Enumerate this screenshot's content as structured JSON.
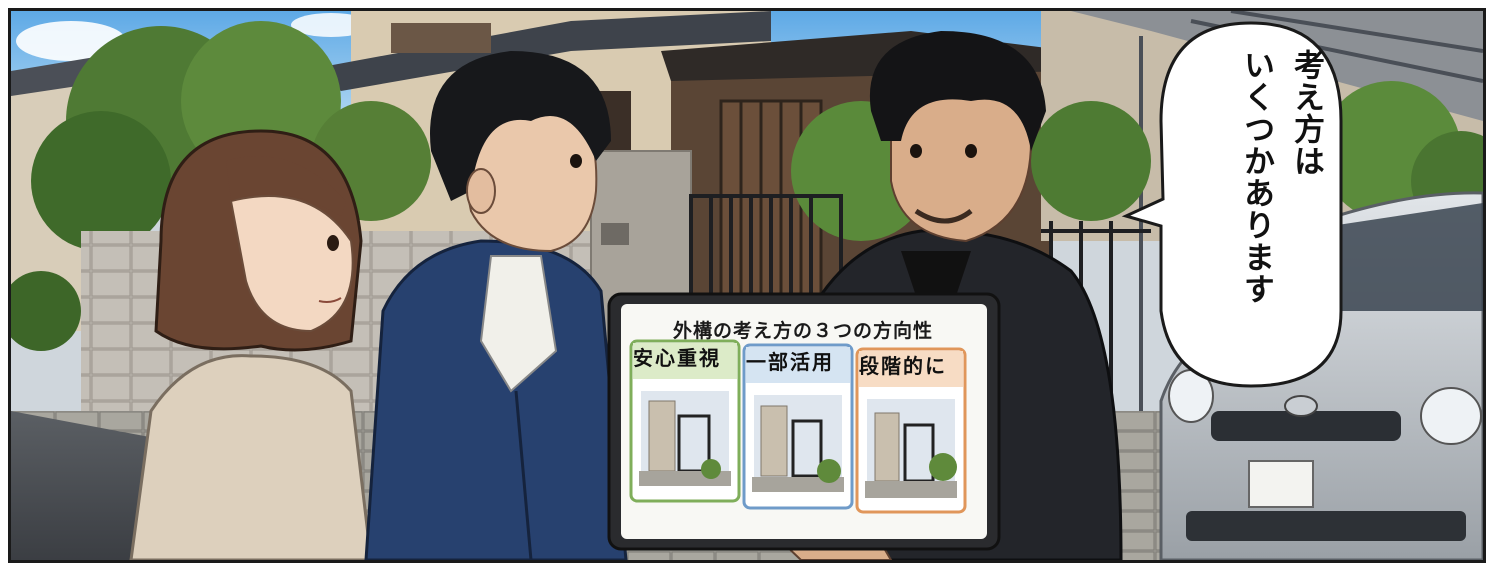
{
  "speech_bubble": {
    "line1": "考え方は",
    "line2": "いくつかあります"
  },
  "board": {
    "title": "外構の考え方の３つの方向性",
    "cards": [
      {
        "label": "安心重視",
        "accent": "#7fae5a",
        "header_bg": "#dcebc8"
      },
      {
        "label": "一部活用",
        "accent": "#6f9bc9",
        "header_bg": "#d5e4f2"
      },
      {
        "label": "段階的に",
        "accent": "#e0965a",
        "header_bg": "#f7dcc4"
      }
    ]
  },
  "colors": {
    "sky": "#8ec4ec",
    "wall": "#b9b5ae",
    "road": "#4a4d52",
    "cardigan_blue": "#27416f",
    "jacket_black": "#23252a",
    "sweater_beige": "#ddd0bd",
    "car_silver": "#c4c9ce"
  }
}
